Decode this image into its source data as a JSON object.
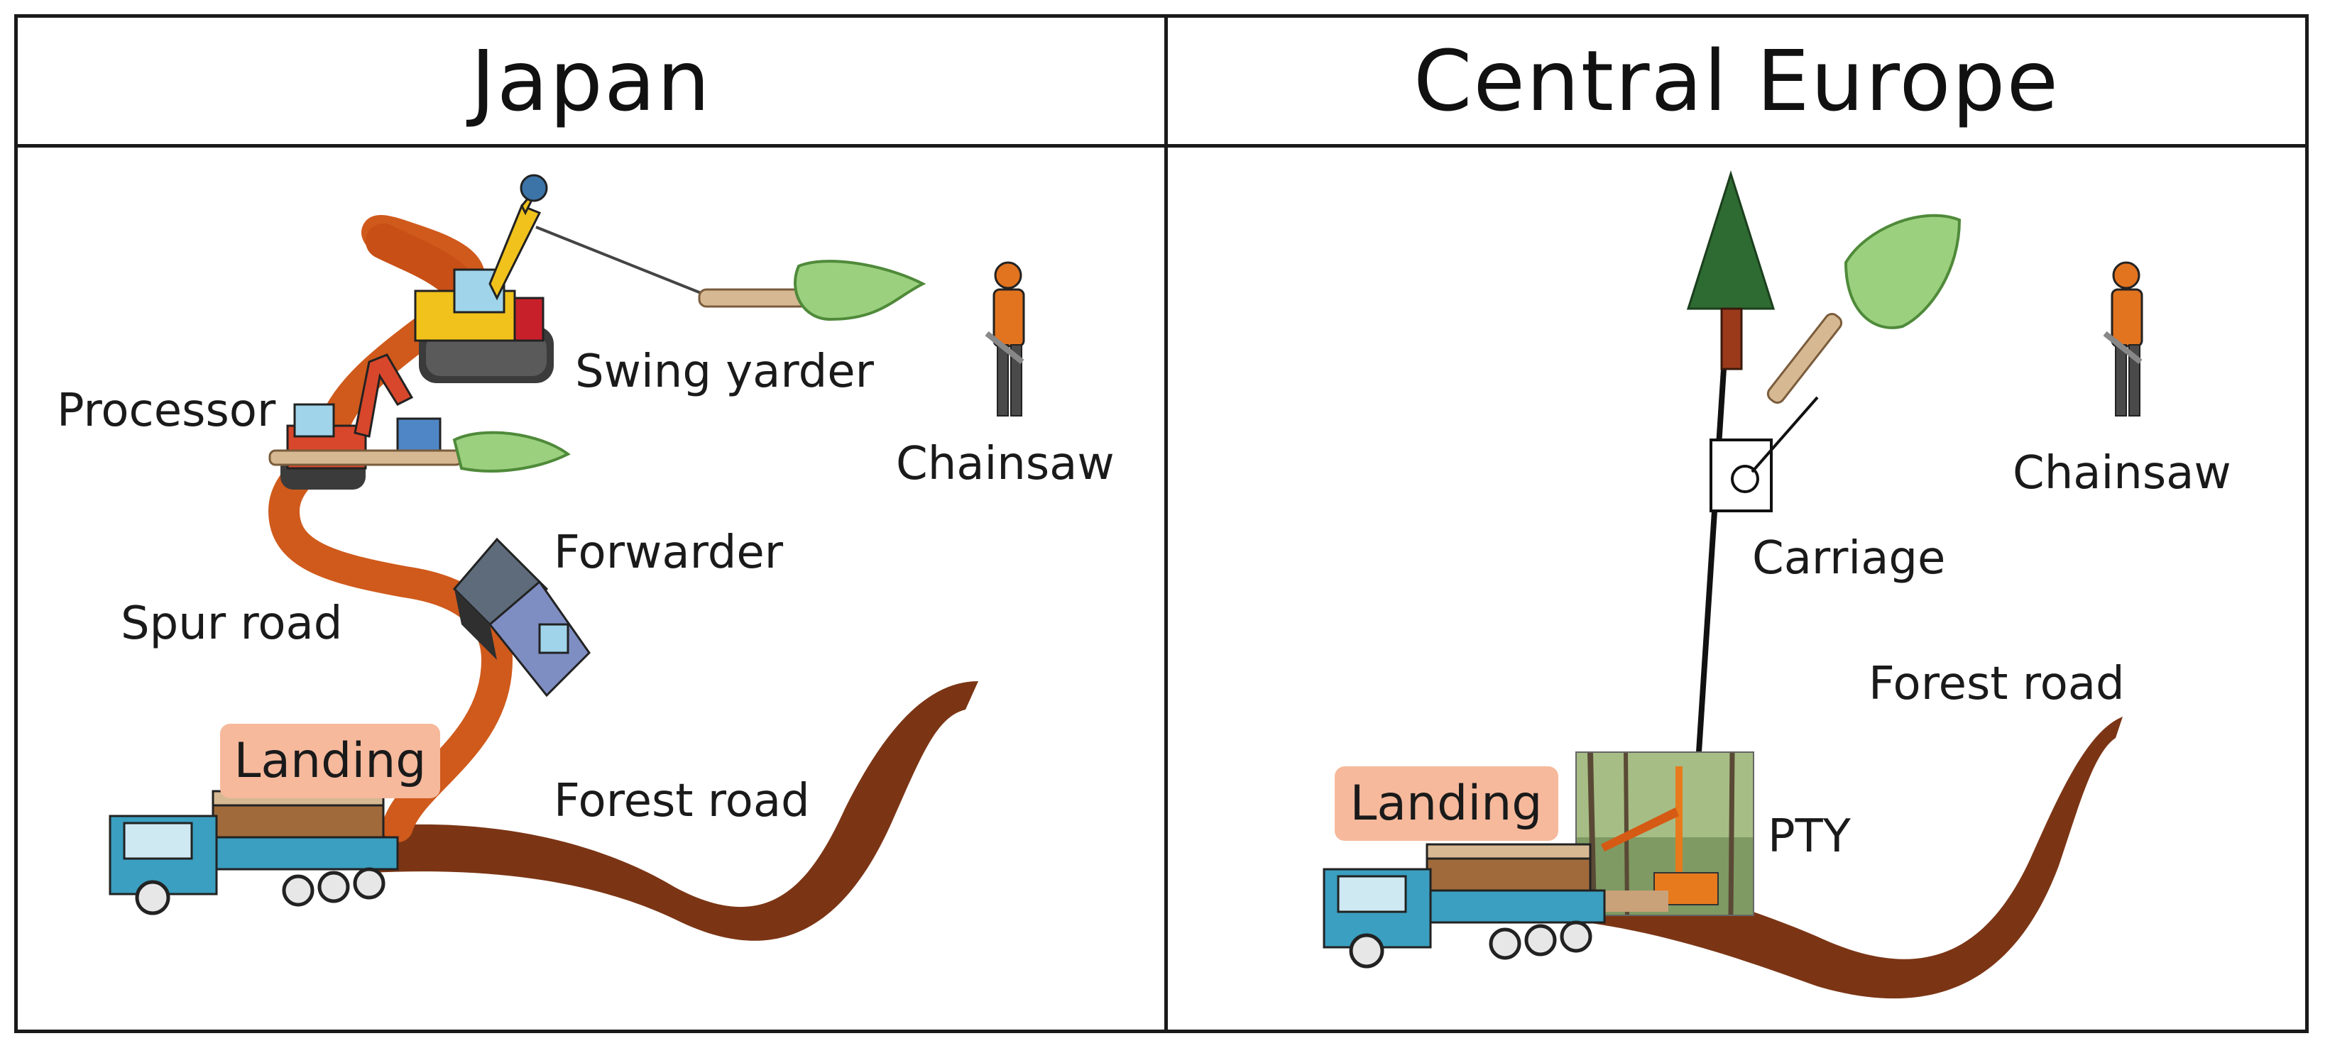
{
  "panels": {
    "left": {
      "title": "Japan",
      "labels": {
        "swing_yarder": "Swing yarder",
        "processor": "Processor",
        "chainsaw": "Chainsaw",
        "forwarder": "Forwarder",
        "spur_road": "Spur road",
        "landing": "Landing",
        "forest_road": "Forest road"
      }
    },
    "right": {
      "title": "Central Europe",
      "labels": {
        "chainsaw": "Chainsaw",
        "carriage": "Carriage",
        "forest_road": "Forest road",
        "landing": "Landing",
        "pty": "PTY"
      }
    }
  },
  "colors": {
    "forest_road": "#7b3515",
    "spur_road": "#cf5a1c",
    "landing_highlight": "#f6b99c",
    "tree_conifer": "#2e6b32",
    "tree_foliage": "#9bd07e",
    "excavator_yellow": "#f1c21b",
    "truck_blue": "#3a9fc0",
    "worker_orange": "#e2731f"
  }
}
